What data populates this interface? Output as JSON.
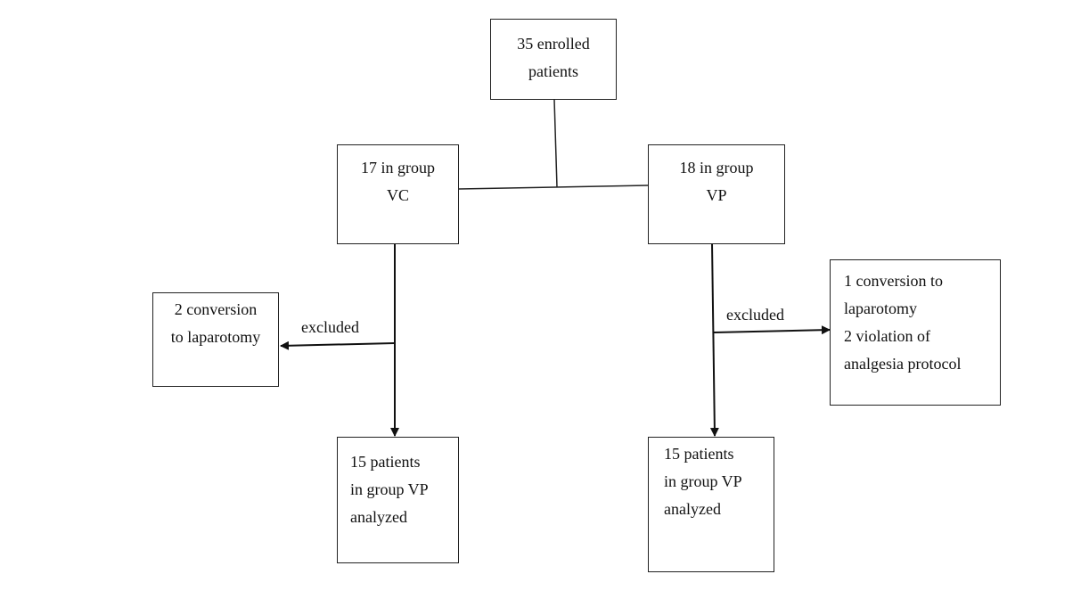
{
  "nodes": {
    "enrolled": [
      "35 enrolled",
      "patients"
    ],
    "group_vc": [
      "17 in group",
      "VC"
    ],
    "group_vp": [
      "18 in group",
      "VP"
    ],
    "excluded_vc": [
      "2 conversion",
      "to laparotomy"
    ],
    "excluded_vp": [
      "1 conversion to",
      "laparotomy",
      "2 violation of",
      "analgesia protocol"
    ],
    "analyzed_left": [
      "15 patients",
      "in group VP",
      "analyzed"
    ],
    "analyzed_right": [
      "15 patients",
      "in group VP",
      "analyzed"
    ]
  },
  "edge_labels": {
    "excluded_left": "excluded",
    "excluded_right": "excluded"
  }
}
